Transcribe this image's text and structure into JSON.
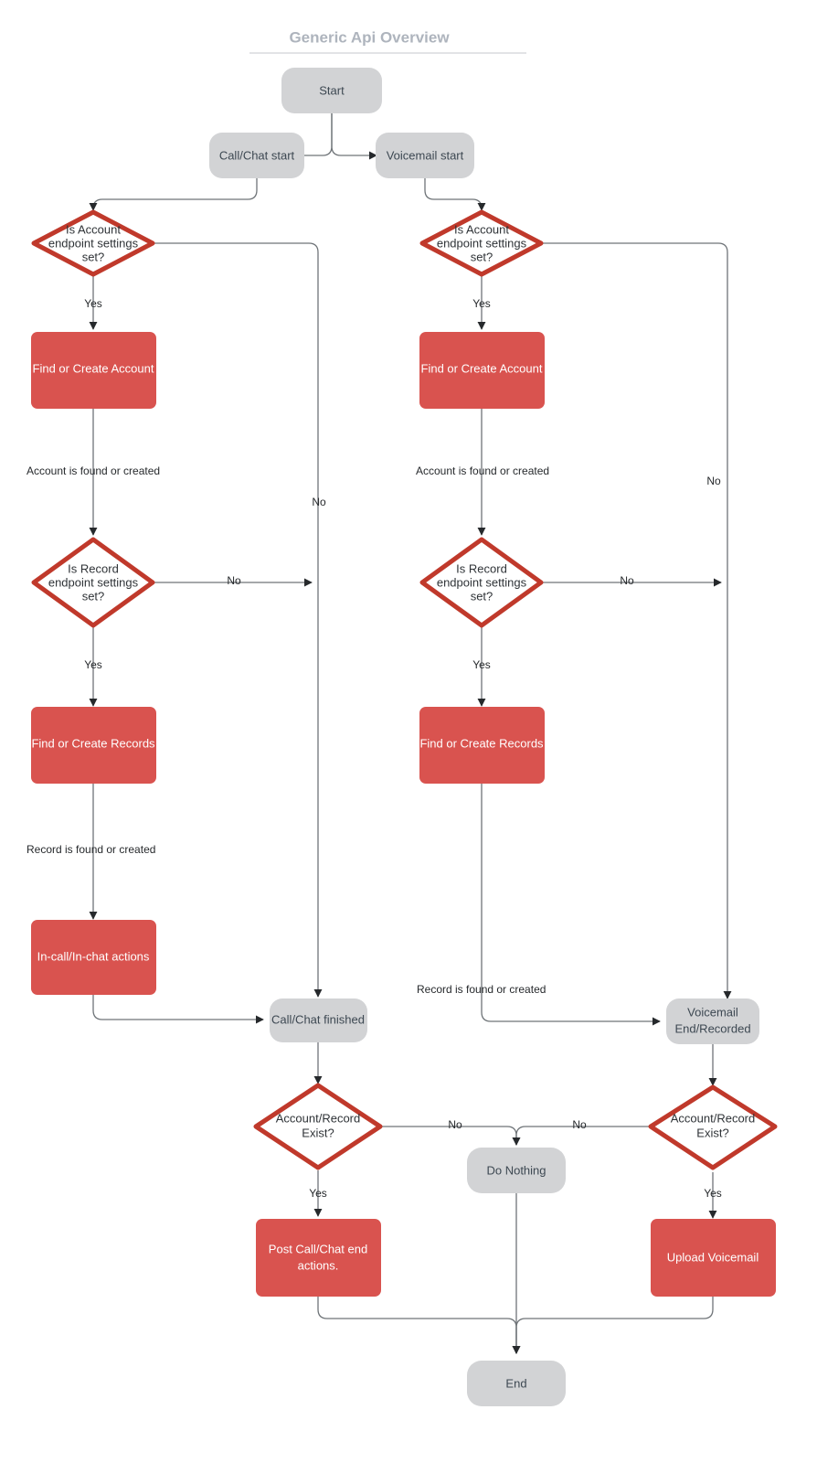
{
  "diagram": {
    "title": "Generic Api Overview",
    "type": "flowchart",
    "colors": {
      "terminal_fill": "#d2d3d5",
      "terminal_text": "#3d4852",
      "process_fill": "#d9534f",
      "process_text": "#ffffff",
      "decision_fill": "#ffffff",
      "decision_stroke": "#c0392b",
      "decision_text": "#2f3337",
      "edge_stroke": "#6f7478",
      "title_text": "#aeb4bd",
      "background": "#ffffff"
    },
    "nodes": {
      "start": {
        "label": "Start",
        "shape": "terminal"
      },
      "call_chat_start": {
        "label": "Call/Chat start",
        "shape": "terminal"
      },
      "voicemail_start": {
        "label": "Voicemail start",
        "shape": "terminal"
      },
      "is_account_left_l1": {
        "label": "Is Account",
        "shape": "decision"
      },
      "is_account_left_l2": {
        "label": "endpoint settings",
        "shape": "decision"
      },
      "is_account_left_l3": {
        "label": "set?",
        "shape": "decision"
      },
      "is_account_right_l1": {
        "label": "Is Account",
        "shape": "decision"
      },
      "is_account_right_l2": {
        "label": "endpoint settings",
        "shape": "decision"
      },
      "is_account_right_l3": {
        "label": "set?",
        "shape": "decision"
      },
      "find_create_account_left": {
        "label": "Find or Create Account",
        "shape": "process"
      },
      "find_create_account_right": {
        "label": "Find or Create Account",
        "shape": "process"
      },
      "is_record_left_l1": {
        "label": "Is Record",
        "shape": "decision"
      },
      "is_record_left_l2": {
        "label": "endpoint settings",
        "shape": "decision"
      },
      "is_record_left_l3": {
        "label": "set?",
        "shape": "decision"
      },
      "is_record_right_l1": {
        "label": "Is Record",
        "shape": "decision"
      },
      "is_record_right_l2": {
        "label": "endpoint settings",
        "shape": "decision"
      },
      "is_record_right_l3": {
        "label": "set?",
        "shape": "decision"
      },
      "find_create_records_left": {
        "label": "Find or Create Records",
        "shape": "process"
      },
      "find_create_records_right": {
        "label": "Find or Create Records",
        "shape": "process"
      },
      "in_call_actions": {
        "label": "In-call/In-chat actions",
        "shape": "process"
      },
      "call_chat_finished": {
        "label": "Call/Chat finished",
        "shape": "terminal"
      },
      "voicemail_end_l1": {
        "label": "Voicemail",
        "shape": "terminal"
      },
      "voicemail_end_l2": {
        "label": "End/Recorded",
        "shape": "terminal"
      },
      "account_record_exist_left_l1": {
        "label": "Account/Record",
        "shape": "decision"
      },
      "account_record_exist_left_l2": {
        "label": "Exist?",
        "shape": "decision"
      },
      "account_record_exist_right_l1": {
        "label": "Account/Record",
        "shape": "decision"
      },
      "account_record_exist_right_l2": {
        "label": "Exist?",
        "shape": "decision"
      },
      "do_nothing": {
        "label": "Do Nothing",
        "shape": "terminal"
      },
      "post_call_chat_l1": {
        "label": "Post Call/Chat end",
        "shape": "process"
      },
      "post_call_chat_l2": {
        "label": "actions.",
        "shape": "process"
      },
      "upload_voicemail": {
        "label": "Upload Voicemail",
        "shape": "process"
      },
      "end": {
        "label": "End",
        "shape": "terminal"
      }
    },
    "edge_labels": {
      "yes_account_left": "Yes",
      "yes_account_right": "Yes",
      "no_account_left": "No",
      "no_account_right": "No",
      "account_found_left": "Account is found or created",
      "account_found_right": "Account is found or created",
      "yes_record_left": "Yes",
      "yes_record_right": "Yes",
      "no_record_left": "No",
      "no_record_right": "No",
      "record_found_left": "Record is found or created",
      "record_found_right": "Record is found or created",
      "yes_exist_left": "Yes",
      "yes_exist_right": "Yes",
      "no_exist_left": "No",
      "no_exist_right": "No"
    }
  }
}
